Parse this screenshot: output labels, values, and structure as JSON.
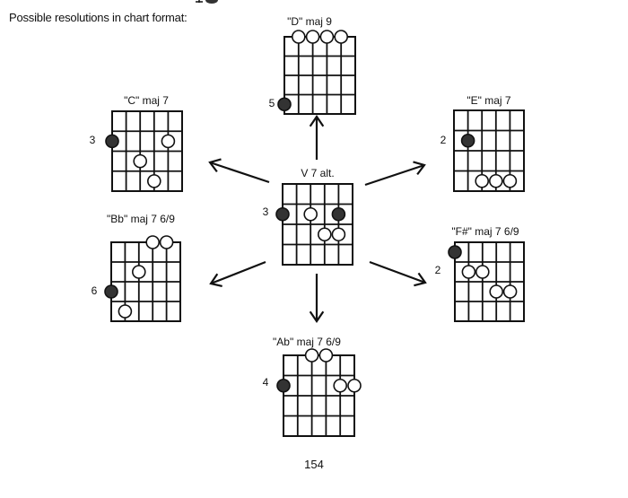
{
  "heading": "Possible resolutions in chart format:",
  "page_number": "154",
  "diagrams": [
    {
      "id": "d-maj9",
      "name": "D maj 9",
      "title": "\"D\" maj 9",
      "fret_label": "5",
      "dots": [
        {
          "string": 1,
          "fret": 0,
          "filled": false
        },
        {
          "string": 2,
          "fret": 0,
          "filled": false
        },
        {
          "string": 3,
          "fret": 0,
          "filled": false
        },
        {
          "string": 4,
          "fret": 0,
          "filled": false
        },
        {
          "string": 0,
          "fret": 4,
          "filled": true
        }
      ]
    },
    {
      "id": "c-maj7",
      "name": "C maj 7",
      "title": "\"C\" maj 7",
      "fret_label": "3",
      "dots": [
        {
          "string": 0,
          "fret": 2,
          "filled": true
        },
        {
          "string": 4,
          "fret": 2,
          "filled": false
        },
        {
          "string": 2,
          "fret": 3,
          "filled": false
        },
        {
          "string": 3,
          "fret": 4,
          "filled": false
        }
      ]
    },
    {
      "id": "e-maj7",
      "name": "E maj 7",
      "title": "\"E\" maj 7",
      "fret_label": "2",
      "dots": [
        {
          "string": 1,
          "fret": 2,
          "filled": true
        },
        {
          "string": 2,
          "fret": 4,
          "filled": false
        },
        {
          "string": 3,
          "fret": 4,
          "filled": false
        },
        {
          "string": 4,
          "fret": 4,
          "filled": false
        }
      ]
    },
    {
      "id": "v7-alt",
      "name": "V 7 alt.",
      "title": "V 7 alt.",
      "fret_label": "3",
      "dots": [
        {
          "string": 0,
          "fret": 2,
          "filled": true
        },
        {
          "string": 2,
          "fret": 2,
          "filled": false
        },
        {
          "string": 4,
          "fret": 2,
          "filled": true
        },
        {
          "string": 3,
          "fret": 3,
          "filled": false
        },
        {
          "string": 4,
          "fret": 3,
          "filled": false
        }
      ]
    },
    {
      "id": "bb-maj7",
      "name": "Bb maj 7 6/9",
      "title": "\"Bb\" maj 7  6/9",
      "fret_label": "6",
      "dots": [
        {
          "string": 3,
          "fret": 0,
          "filled": false
        },
        {
          "string": 4,
          "fret": 0,
          "filled": false
        },
        {
          "string": 2,
          "fret": 2,
          "filled": false
        },
        {
          "string": 0,
          "fret": 3,
          "filled": true
        },
        {
          "string": 1,
          "fret": 4,
          "filled": false
        }
      ]
    },
    {
      "id": "fs-maj7",
      "name": "F# maj 7 6/9",
      "title": "\"F#\" maj 7  6/9",
      "fret_label": "2",
      "dots": [
        {
          "string": 0,
          "fret": 1,
          "filled": true
        },
        {
          "string": 1,
          "fret": 2,
          "filled": false
        },
        {
          "string": 2,
          "fret": 2,
          "filled": false
        },
        {
          "string": 3,
          "fret": 3,
          "filled": false
        },
        {
          "string": 4,
          "fret": 3,
          "filled": false
        }
      ]
    },
    {
      "id": "ab-maj7",
      "name": "Ab maj 7 6/9",
      "title": "\"Ab\" maj 7  6/9",
      "fret_label": "4",
      "dots": [
        {
          "string": 2,
          "fret": 0,
          "filled": false
        },
        {
          "string": 3,
          "fret": 0,
          "filled": false
        },
        {
          "string": 0,
          "fret": 2,
          "filled": true
        },
        {
          "string": 4,
          "fret": 2,
          "filled": false
        },
        {
          "string": 5,
          "fret": 2,
          "filled": false
        }
      ]
    }
  ],
  "colors": {
    "ink": "#111111",
    "paper": "#ffffff"
  }
}
